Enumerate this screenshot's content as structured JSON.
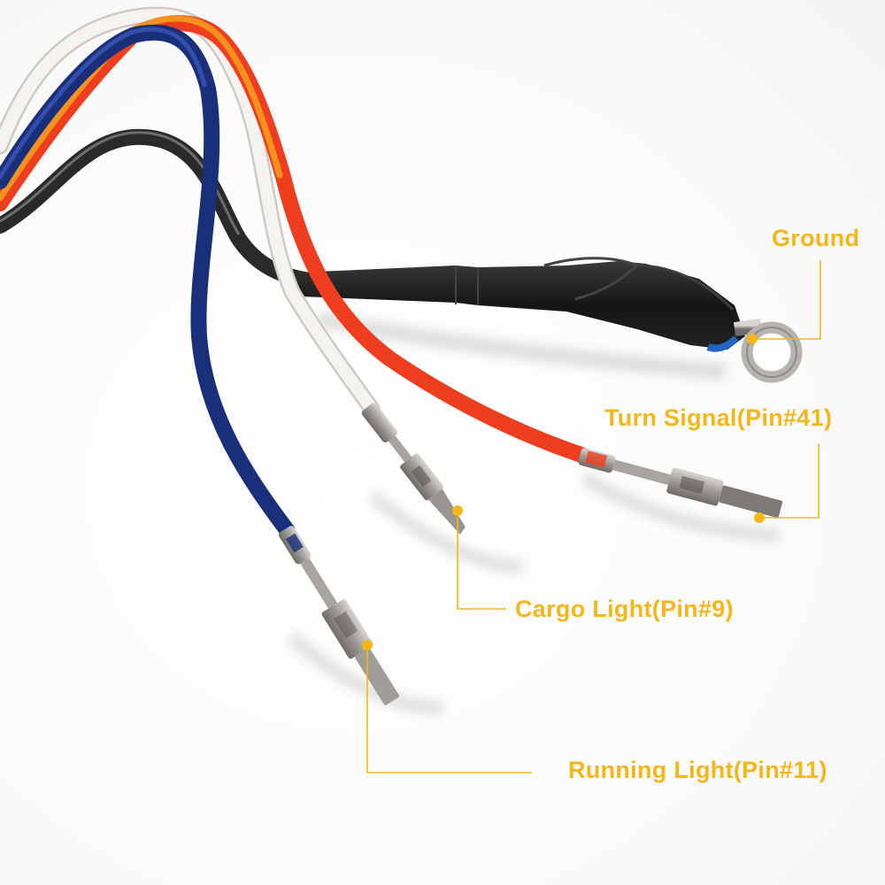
{
  "image": {
    "subject": "Wiring harness pigtail with terminals",
    "background_color": "#ffffff"
  },
  "wires": [
    {
      "color_name": "white",
      "hex": "#f2efea"
    },
    {
      "color_name": "blue",
      "hex": "#1f3a8f"
    },
    {
      "color_name": "orange",
      "hex": "#f07a1c"
    },
    {
      "color_name": "red-orange",
      "hex": "#ee3e1f"
    },
    {
      "color_name": "black",
      "hex": "#2a2a2a"
    }
  ],
  "callouts": {
    "color": "#f5b619",
    "items": [
      {
        "id": "ground",
        "label": "Ground",
        "target": "ring-terminal"
      },
      {
        "id": "turn",
        "label": "Turn Signal(Pin#41)",
        "target": "red-wire-terminal"
      },
      {
        "id": "cargo",
        "label": "Cargo Light(Pin#9)",
        "target": "white-wire-terminal"
      },
      {
        "id": "running",
        "label": "Running Light(Pin#11)",
        "target": "blue-wire-terminal"
      }
    ]
  }
}
